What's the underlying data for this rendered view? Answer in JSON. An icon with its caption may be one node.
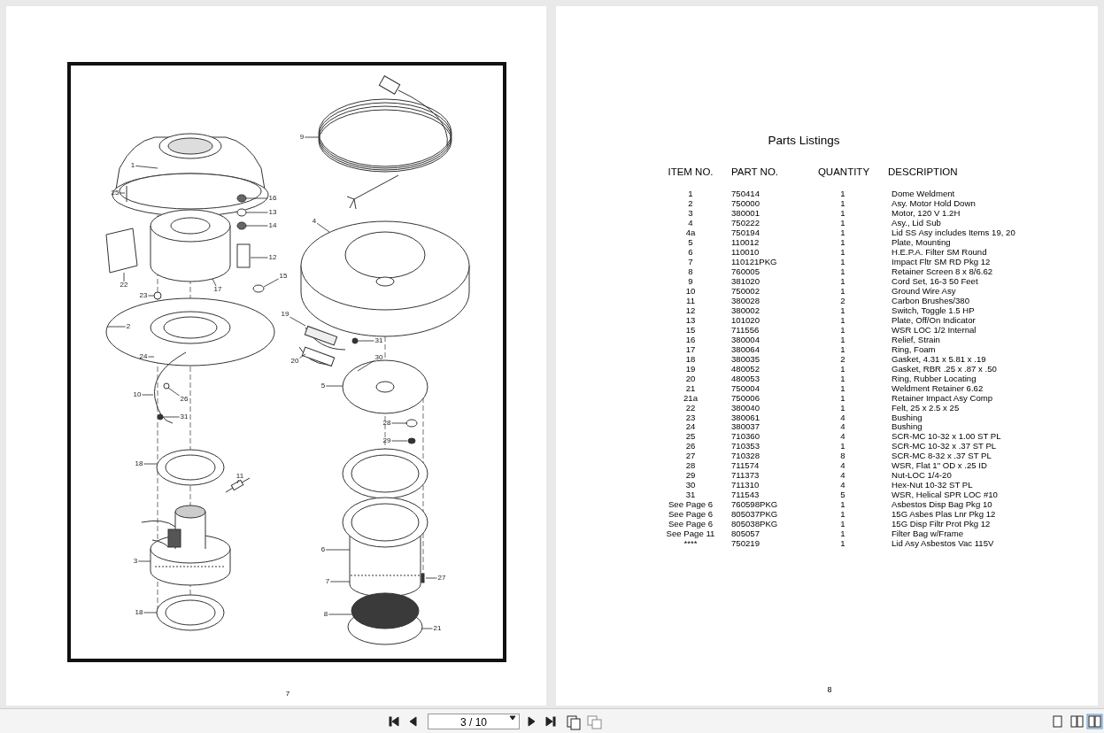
{
  "diagram": {
    "title": "Parts Listings",
    "nodes": [
      {
        "text": [
          "1"
        ]
      },
      {
        "text": [
          "25"
        ]
      },
      {
        "text": [
          "16"
        ]
      },
      {
        "text": [
          "13"
        ]
      },
      {
        "text": [
          "14"
        ]
      },
      {
        "text": [
          "12"
        ]
      },
      {
        "text": [
          "15"
        ]
      },
      {
        "text": [
          "22"
        ]
      },
      {
        "text": [
          "17"
        ]
      },
      {
        "text": [
          "23"
        ]
      },
      {
        "text": [
          "2"
        ]
      },
      {
        "text": [
          "24"
        ]
      },
      {
        "text": [
          "10"
        ]
      },
      {
        "text": [
          "26"
        ]
      },
      {
        "text": [
          "31"
        ]
      },
      {
        "text": [
          "18"
        ]
      },
      {
        "text": [
          "11"
        ]
      },
      {
        "text": [
          "3"
        ]
      },
      {
        "text": [
          "18"
        ]
      },
      {
        "text": [
          "9"
        ]
      },
      {
        "text": [
          "4"
        ]
      },
      {
        "text": [
          "19"
        ]
      },
      {
        "text": [
          "20"
        ]
      },
      {
        "text": [
          "31"
        ]
      },
      {
        "text": [
          "30"
        ]
      },
      {
        "text": [
          "5"
        ]
      },
      {
        "text": [
          "28"
        ]
      },
      {
        "text": [
          "29"
        ]
      },
      {
        "text": [
          "6"
        ]
      },
      {
        "text": [
          "7"
        ]
      },
      {
        "text": [
          "8"
        ]
      },
      {
        "text": [
          "21"
        ]
      },
      {
        "text": [
          "27"
        ]
      }
    ],
    "edges": [
      {
        "from": 0,
        "to": null,
        "arrow": "none"
      },
      {
        "from": 1,
        "to": null,
        "arrow": "none"
      },
      {
        "from": 2,
        "to": null,
        "arrow": "none"
      },
      {
        "from": 3,
        "to": null,
        "arrow": "none"
      },
      {
        "from": 4,
        "to": null,
        "arrow": "none"
      },
      {
        "from": 5,
        "to": null,
        "arrow": "none"
      },
      {
        "from": 6,
        "to": null,
        "arrow": "none"
      },
      {
        "from": 7,
        "to": null,
        "arrow": "none"
      },
      {
        "from": 8,
        "to": null,
        "arrow": "none"
      },
      {
        "from": 9,
        "to": null,
        "arrow": "none"
      },
      {
        "from": 10,
        "to": null,
        "arrow": "none"
      },
      {
        "from": 11,
        "to": null,
        "arrow": "none"
      },
      {
        "from": 12,
        "to": null,
        "arrow": "none"
      },
      {
        "from": 13,
        "to": null,
        "arrow": "none"
      },
      {
        "from": 14,
        "to": null,
        "arrow": "none"
      },
      {
        "from": 15,
        "to": null,
        "arrow": "none"
      },
      {
        "from": 16,
        "to": null,
        "arrow": "none"
      },
      {
        "from": 17,
        "to": null,
        "arrow": "none"
      },
      {
        "from": 18,
        "to": null,
        "arrow": "none"
      },
      {
        "from": 19,
        "to": null,
        "arrow": "none"
      },
      {
        "from": 20,
        "to": null,
        "arrow": "none"
      },
      {
        "from": 21,
        "to": null,
        "arrow": "none"
      },
      {
        "from": 22,
        "to": null,
        "arrow": "none"
      },
      {
        "from": 23,
        "to": null,
        "arrow": "none"
      },
      {
        "from": 24,
        "to": null,
        "arrow": "none"
      },
      {
        "from": 25,
        "to": null,
        "arrow": "none"
      },
      {
        "from": 26,
        "to": null,
        "arrow": "none"
      },
      {
        "from": 27,
        "to": null,
        "arrow": "none"
      },
      {
        "from": 28,
        "to": null,
        "arrow": "none"
      },
      {
        "from": 29,
        "to": null,
        "arrow": "none"
      },
      {
        "from": 30,
        "to": null,
        "arrow": "none"
      },
      {
        "from": 31,
        "to": null,
        "arrow": "none"
      },
      {
        "from": 32,
        "to": null,
        "arrow": "none"
      }
    ],
    "labels": [
      "ITEM NO.",
      "PART NO.",
      "QUANTITY",
      "DESCRIPTION",
      "1",
      "750414",
      "1",
      "Dome Weldment",
      "2",
      "750000",
      "1",
      "Asy. Motor Hold Down",
      "3",
      "380001",
      "1",
      "Motor, 120 V 1.2H",
      "4",
      "750222",
      "1",
      "Asy., Lid Sub",
      "4a",
      "750194",
      "1",
      "Lid SS Asy includes Items 19, 20",
      "5",
      "110012",
      "1",
      "Plate, Mounting",
      "6",
      "110010",
      "1",
      "H.E.P.A. Filter SM Round",
      "7",
      "110121PKG",
      "1",
      "Impact Fltr SM RD Pkg 12",
      "8",
      "760005",
      "1",
      "Retainer Screen 8 x 8/6.62",
      "9",
      "381020",
      "1",
      "Cord Set, 16-3 50 Feet",
      "10",
      "750002",
      "1",
      "Ground Wire Asy",
      "11",
      "380028",
      "2",
      "Carbon Brushes/380",
      "12",
      "380002",
      "1",
      "Switch, Toggle 1.5 HP",
      "13",
      "101020",
      "1",
      "Plate, Off/On Indicator",
      "15",
      "711556",
      "1",
      "WSR LOC 1/2 Internal",
      "16",
      "380004",
      "1",
      "Relief, Strain",
      "17",
      "380064",
      "1",
      "Ring, Foam",
      "18",
      "380035",
      "2",
      "Gasket, 4.31 x 5.81 x .19",
      "19",
      "480052",
      "1",
      "Gasket, RBR .25 x .87 x .50",
      "20",
      "480053",
      "1",
      "Ring, Rubber Locating",
      "21",
      "750004",
      "1",
      "Weldment Retainer 6.62",
      "21a",
      "750006",
      "1",
      "Retainer Impact Asy Comp",
      "22",
      "380040",
      "1",
      "Felt, 25 x 2.5 x 25",
      "23",
      "380061",
      "4",
      "Bushing",
      "24",
      "380037",
      "4",
      "Bushing",
      "25",
      "710360",
      "4",
      "SCR-MC 10-32 x 1.00 ST PL",
      "26",
      "710353",
      "1",
      "SCR-MC 10-32 x .37 ST PL",
      "27",
      "710328",
      "8",
      "SCR-MC 8-32 x .37 ST PL",
      "28",
      "711574",
      "4",
      "WSR, Flat 1\" OD x .25 ID",
      "29",
      "711373",
      "4",
      "Nut-LOC 1/4-20",
      "30",
      "711310",
      "4",
      "Hex-Nut 10-32 ST PL",
      "31",
      "711543",
      "5",
      "WSR, Helical SPR LOC #10",
      "See Page 6",
      "760598PKG",
      "1",
      "Asbestos Disp Bag Pkg 10",
      "See Page 6",
      "805037PKG",
      "1",
      "15G Asbes Plas Lnr Pkg 12",
      "See Page 6",
      "805038PKG",
      "1",
      "15G Disp Filtr Prot Pkg 12",
      "See Page 11",
      "805057",
      "1",
      "Filter Bag w/Frame",
      "****",
      "750219",
      "1",
      "Lid Asy Asbestos Vac 115V",
      "7",
      "8",
      "3 / 10"
    ]
  }
}
